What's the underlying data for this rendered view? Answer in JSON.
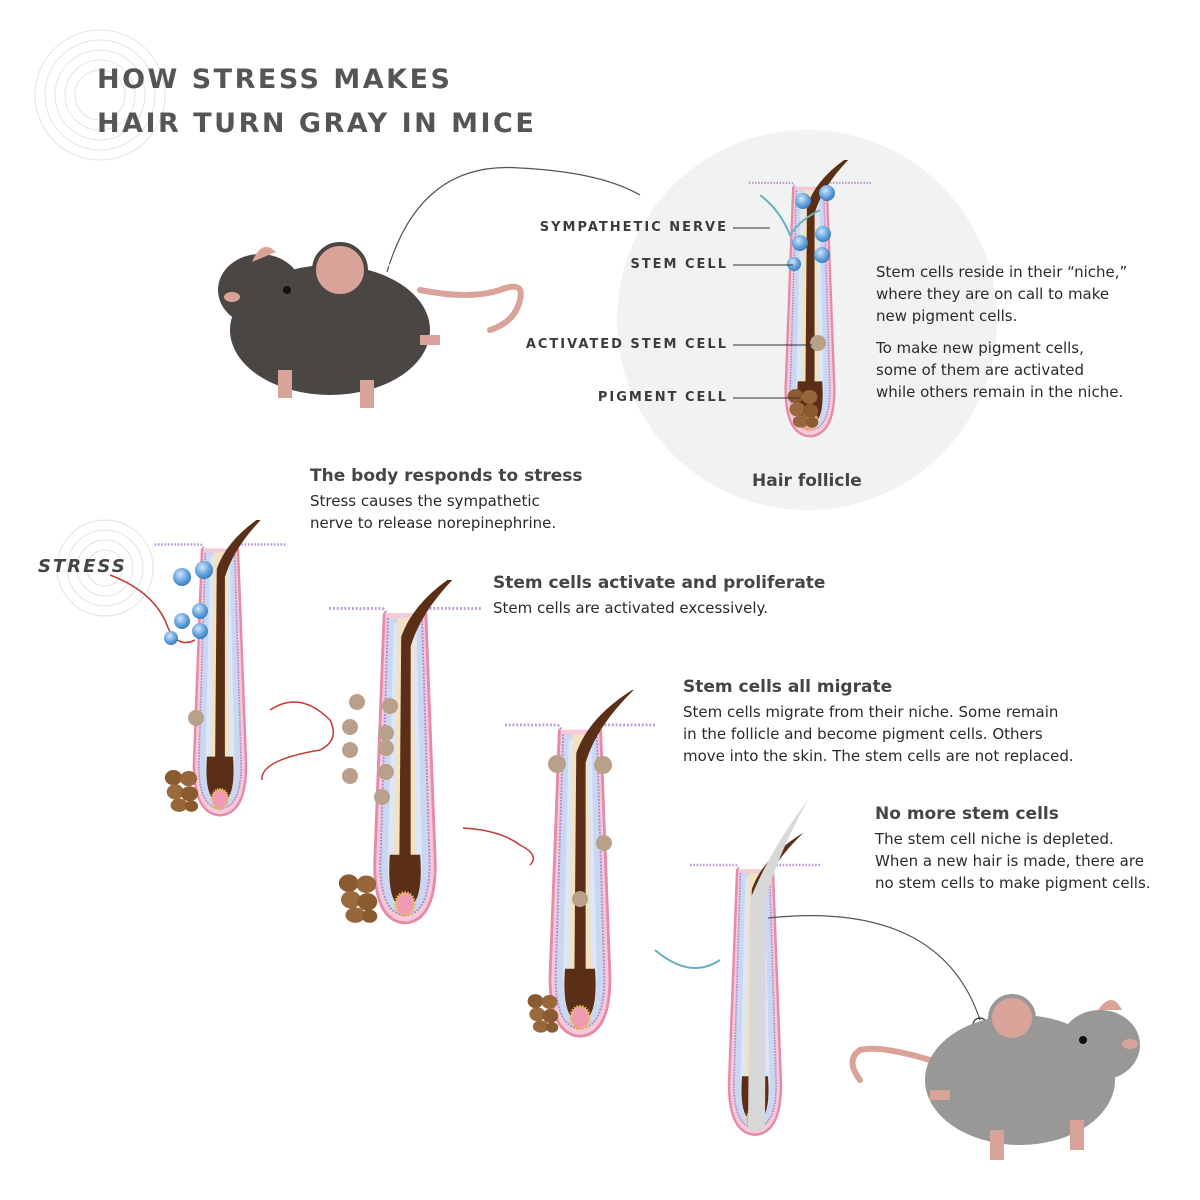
{
  "title": {
    "line1": "HOW STRESS MAKES",
    "line2": "HAIR TURN GRAY IN MICE"
  },
  "follicle_callout": {
    "labels": {
      "sympathetic_nerve": "SYMPATHETIC NERVE",
      "stem_cell": "STEM CELL",
      "activated_stem_cell": "ACTIVATED STEM CELL",
      "pigment_cell": "PIGMENT CELL"
    },
    "caption": "Hair follicle",
    "description": {
      "para1_line1": "Stem cells reside in their “niche,”",
      "para1_line2": "where they are on call to make",
      "para1_line3": "new pigment cells.",
      "para2_line1": "To make new pigment cells,",
      "para2_line2": "some of them are activated",
      "para2_line3": "while others remain in the niche."
    }
  },
  "stress_label": "STRESS",
  "steps": [
    {
      "heading": "The body responds to stress",
      "lines": [
        "Stress causes the sympathetic",
        "nerve to release norepinephrine."
      ]
    },
    {
      "heading": "Stem cells activate and proliferate",
      "lines": [
        "Stem cells are activated excessively."
      ]
    },
    {
      "heading": "Stem cells all migrate",
      "lines": [
        "Stem cells migrate from their niche. Some remain",
        "in the follicle and become pigment cells. Others",
        "move into the skin. The stem cells are not replaced."
      ]
    },
    {
      "heading": "No more stem cells",
      "lines": [
        "The stem cell niche is depleted.",
        "When a new hair is made, there are",
        "no stem cells to make pigment cells."
      ]
    }
  ],
  "colors": {
    "title": "#555555",
    "dark_mouse": "#4a4644",
    "gray_mouse": "#9a9896",
    "mouse_pink": "#d9a39a",
    "hair_brown": "#5a2e17",
    "gray_hair": "#d8d8d8",
    "stem_cell_blue": "#5b9bd8",
    "activated_cell": "#b8a08a",
    "pigment_cell": "#8a5a30",
    "nerve_blue": "#6ab0c0",
    "nerve_red": "#c23a34",
    "sheath_pink": "#e58aa8",
    "sheath_purple": "#a98ad0",
    "circle_bg": "#f1f2f2"
  }
}
